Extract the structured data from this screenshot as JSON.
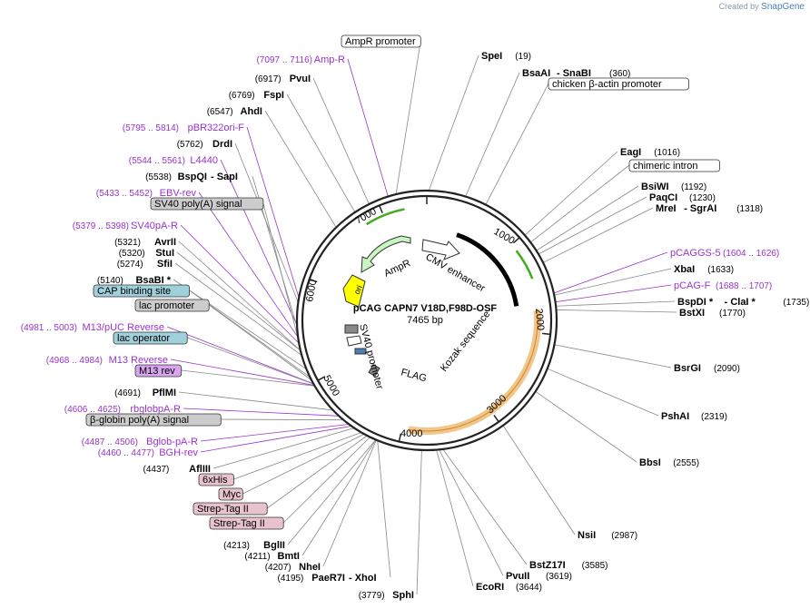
{
  "credit": {
    "created_by": "Created by",
    "brand": "SnapGene"
  },
  "plasmid": {
    "name": "pCAG CAPN7 V18D,F98D-OSF",
    "size": "7465 bp"
  },
  "ticks": [
    "1000",
    "2000",
    "3000",
    "4000",
    "5000",
    "6000",
    "7000"
  ],
  "features": {
    "ori": "ori",
    "ampr": "AmpR",
    "cmv": "CMV enhancer",
    "kozak": "Kozak sequence",
    "sv40": "SV40 promoter",
    "flag": "FLAG"
  },
  "labels": [
    {
      "t": "box",
      "text": "AmpR promoter"
    },
    {
      "t": "pr",
      "name": "Amp-R",
      "pos": "(7097 .. 7116)"
    },
    {
      "t": "enz",
      "name": "PvuI",
      "pos": "(6917)"
    },
    {
      "t": "enz",
      "name": "FspI",
      "pos": "(6769)"
    },
    {
      "t": "enz",
      "name": "AhdI",
      "pos": "(6547)"
    },
    {
      "t": "pr",
      "name": "pBR322ori-F",
      "pos": "(5795 .. 5814)"
    },
    {
      "t": "enz",
      "name": "DrdI",
      "pos": "(5762)"
    },
    {
      "t": "pr",
      "name": "L4440",
      "pos": "(5544 .. 5561)"
    },
    {
      "t": "enz2",
      "name": "BspQI",
      "name2": "SapI",
      "pos": "(5538)"
    },
    {
      "t": "pr",
      "name": "EBV-rev",
      "pos": "(5433 .. 5452)"
    },
    {
      "t": "box",
      "text": "SV40 poly(A) signal"
    },
    {
      "t": "pr",
      "name": "SV40pA-R",
      "pos": "(5379 .. 5398)"
    },
    {
      "t": "enz",
      "name": "AvrII",
      "pos": "(5321)"
    },
    {
      "t": "enz",
      "name": "StuI",
      "pos": "(5320)"
    },
    {
      "t": "enz",
      "name": "SfiI",
      "pos": "(5274)"
    },
    {
      "t": "enz",
      "name": "BsaBI *",
      "pos": "(5140)"
    },
    {
      "t": "box",
      "text": "CAP binding site"
    },
    {
      "t": "box",
      "text": "lac promoter"
    },
    {
      "t": "pr",
      "name": "M13/pUC Reverse",
      "pos": "(4981 .. 5003)"
    },
    {
      "t": "box",
      "text": "lac operator"
    },
    {
      "t": "pr",
      "name": "M13 Reverse",
      "pos": "(4968 .. 4984)"
    },
    {
      "t": "box",
      "text": "M13 rev"
    },
    {
      "t": "enz",
      "name": "PflMI",
      "pos": "(4691)"
    },
    {
      "t": "pr",
      "name": "rbglobpA-R",
      "pos": "(4606 .. 4625)"
    },
    {
      "t": "box",
      "text": "β-globin poly(A) signal"
    },
    {
      "t": "pr",
      "name": "Bglob-pA-R",
      "pos": "(4487 .. 4506)"
    },
    {
      "t": "pr",
      "name": "BGH-rev",
      "pos": "(4460 .. 4477)"
    },
    {
      "t": "enz",
      "name": "AflIII",
      "pos": "(4437)"
    },
    {
      "t": "box",
      "text": "6xHis"
    },
    {
      "t": "box",
      "text": "Myc"
    },
    {
      "t": "box",
      "text": "Strep-Tag II"
    },
    {
      "t": "box",
      "text": "Strep-Tag II"
    },
    {
      "t": "enz",
      "name": "BglII",
      "pos": "(4213)"
    },
    {
      "t": "enz",
      "name": "BmtI",
      "pos": "(4211)"
    },
    {
      "t": "enz",
      "name": "NheI",
      "pos": "(4207)"
    },
    {
      "t": "enz2",
      "name": "PaeR7I",
      "name2": "XhoI",
      "pos": "(4195)"
    },
    {
      "t": "enz",
      "name": "SphI",
      "pos": "(3779)"
    },
    {
      "t": "enz",
      "name": "SpeI",
      "pos": "(19)"
    },
    {
      "t": "enz2",
      "name": "BsaAI",
      "name2": "SnaBI",
      "pos": "(360)"
    },
    {
      "t": "box",
      "text": "chicken β-actin promoter"
    },
    {
      "t": "enz",
      "name": "EagI",
      "pos": "(1016)"
    },
    {
      "t": "box",
      "text": "chimeric intron"
    },
    {
      "t": "enz",
      "name": "BsiWI",
      "pos": "(1192)"
    },
    {
      "t": "enz",
      "name": "PaqCI",
      "pos": "(1230)"
    },
    {
      "t": "enz2",
      "name": "MreI",
      "name2": "SgrAI",
      "pos": "(1318)"
    },
    {
      "t": "pr",
      "name": "pCAGGS-5",
      "pos": "(1604 .. 1626)"
    },
    {
      "t": "enz",
      "name": "XbaI",
      "pos": "(1633)"
    },
    {
      "t": "pr",
      "name": "pCAG-F",
      "pos": "(1688 .. 1707)"
    },
    {
      "t": "enz2",
      "name": "BspDI *",
      "name2": "ClaI *",
      "pos": "(1735)"
    },
    {
      "t": "enz",
      "name": "BstXI",
      "pos": "(1770)"
    },
    {
      "t": "enz",
      "name": "BsrGI",
      "pos": "(2090)"
    },
    {
      "t": "enz",
      "name": "PshAI",
      "pos": "(2319)"
    },
    {
      "t": "enz",
      "name": "BbsI",
      "pos": "(2555)"
    },
    {
      "t": "enz",
      "name": "NsiI",
      "pos": "(2987)"
    },
    {
      "t": "enz",
      "name": "BstZ17I",
      "pos": "(3585)"
    },
    {
      "t": "enz",
      "name": "PvuII",
      "pos": "(3619)"
    },
    {
      "t": "enz",
      "name": "EcoRI",
      "pos": "(3644)"
    }
  ],
  "colors": {
    "primer": "#9933cc",
    "box_gray": "#cccccc",
    "box_blue": "#9fd0dc",
    "box_violet": "#d7a6ee",
    "box_pink": "#e8c2cc",
    "ori": "#ffff00",
    "ampr": "#c8f5c0",
    "insert": "#f2c58a",
    "green_arc": "#44aa22"
  }
}
